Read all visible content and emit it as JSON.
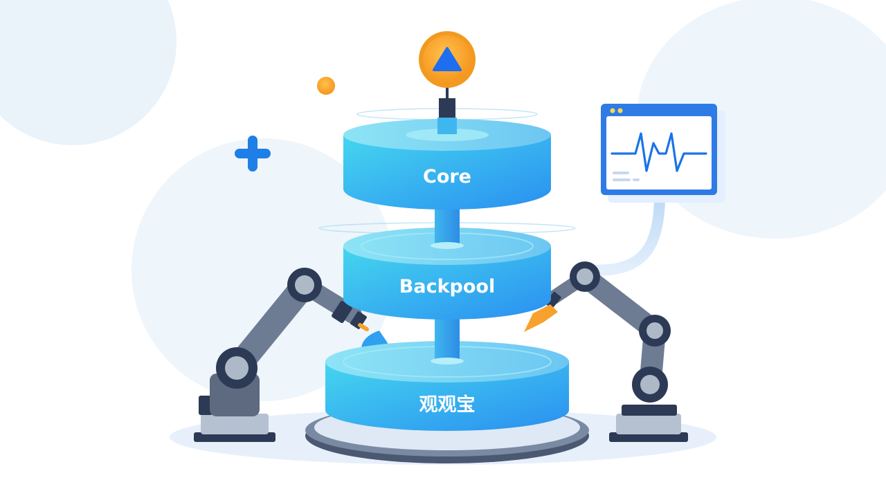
{
  "stack": {
    "tiers": [
      {
        "label": "Core"
      },
      {
        "label": "Backpool"
      },
      {
        "label": "观观宝"
      }
    ]
  },
  "palette": {
    "tier_top": "#7fd9f1",
    "tier_body_light": "#3fd0ee",
    "tier_body_dark": "#2a8ff0",
    "arm_gray": "#6d7c92",
    "arm_dark": "#2c3a55",
    "accent_orange": "#f7a22e",
    "accent_blue": "#1e7fe6",
    "monitor_line": "#1a73e8"
  },
  "icons": {
    "top_sign": "warning-triangle-icon",
    "monitor": "heartbeat-monitor-icon",
    "plus": "plus-icon",
    "left_tool": "water-drop-icon",
    "right_tool": "pen-nib-icon"
  }
}
